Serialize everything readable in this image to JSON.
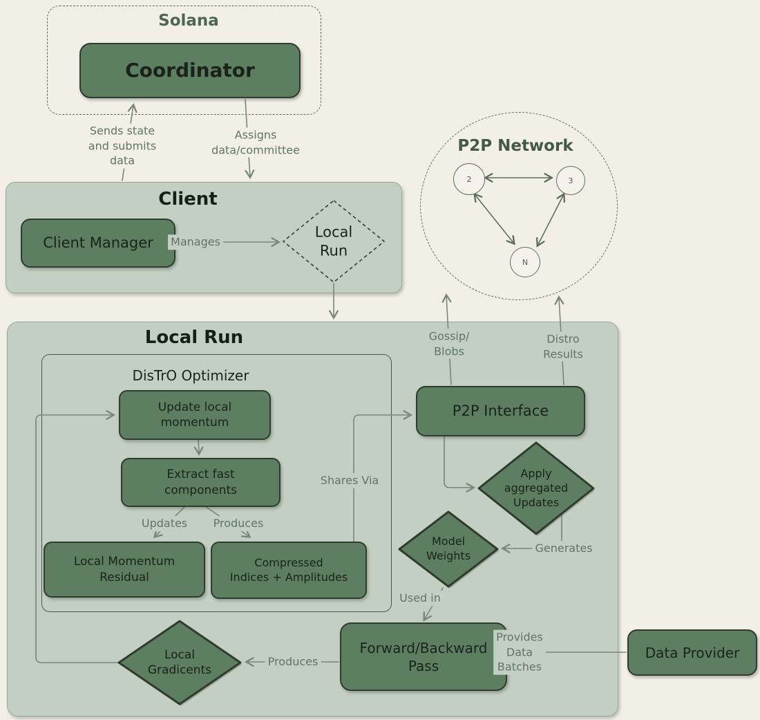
{
  "colors": {
    "background": "#f2efe7",
    "container_fill": "#c4cfc3",
    "node_fill": "#5d7e61",
    "node_border": "#2e3b2e",
    "node_text": "#1a231b",
    "edge_label_text": "#5e7565",
    "connector_stroke": "#76877a",
    "dashed_stroke": "#5f6a60"
  },
  "solana": {
    "title": "Solana",
    "coordinator": "Coordinator"
  },
  "client": {
    "title": "Client",
    "manager": "Client Manager",
    "local_run_diamond": "Local\nRun"
  },
  "p2p_network": {
    "title": "P2P Network",
    "nodes": [
      "2",
      "3",
      "N"
    ]
  },
  "local_run": {
    "title": "Local Run",
    "distro_optimizer": {
      "title": "DisTrO Optimizer",
      "update_momentum": "Update local\nmomentum",
      "extract_fast": "Extract fast\ncomponents",
      "momentum_residual": "Local Momentum\nResidual",
      "compressed_indices": "Compressed\nIndices + Amplitudes"
    },
    "p2p_interface": "P2P Interface",
    "apply_updates": "Apply\naggregated\nUpdates",
    "model_weights": "Model\nWeights",
    "forward_backward": "Forward/Backward\nPass",
    "local_gradients": "Local\nGradicents"
  },
  "data_provider": "Data Provider",
  "edge_labels": {
    "sends_state": "Sends state\nand submits\ndata",
    "assigns": "Assigns\ndata/committee",
    "manages": "Manages",
    "gossip_blobs": "Gossip/\nBlobs",
    "distro_results": "Distro\nResults",
    "shares_via": "Shares Via",
    "updates": "Updates",
    "produces_components": "Produces",
    "generates": "Generates",
    "used_in": "Used in",
    "produces_gradients": "Produces",
    "provides_data": "Provides\nData\nBatches"
  }
}
